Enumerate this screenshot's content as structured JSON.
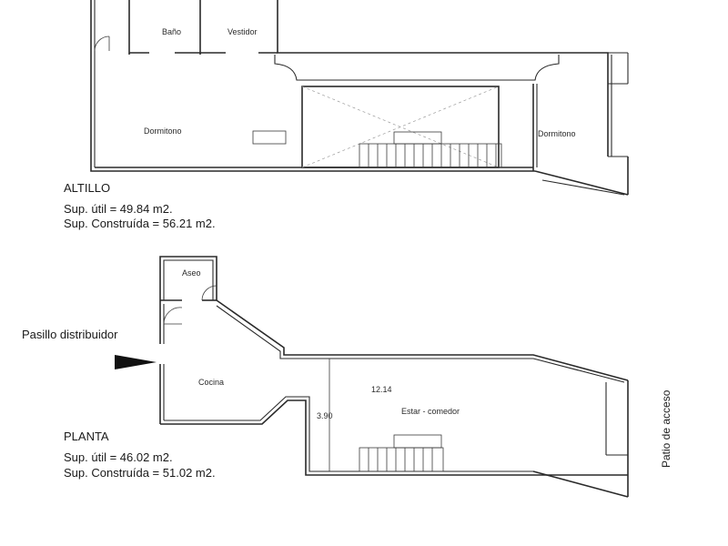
{
  "altillo": {
    "title": "ALTILLO",
    "sup_util": "Sup. útil = 49.84 m2.",
    "sup_construida": "Sup. Construída = 56.21 m2.",
    "rooms": {
      "bano": "Baño",
      "vestidor": "Vestidor",
      "dormitorio_left": "Dormitono",
      "dormitorio_right": "Dormitono"
    }
  },
  "planta": {
    "title": "PLANTA",
    "sup_util": "Sup. útil = 46.02 m2.",
    "sup_construida": "Sup. Construída = 51.02 m2.",
    "rooms": {
      "aseo": "Aseo",
      "cocina": "Cocina",
      "estar": "Estar - comedor"
    },
    "dimensions": {
      "length": "12.14",
      "height": "3.90"
    }
  },
  "labels": {
    "pasillo": "Pasillo distribuidor",
    "patio": "Patio de acceso"
  }
}
